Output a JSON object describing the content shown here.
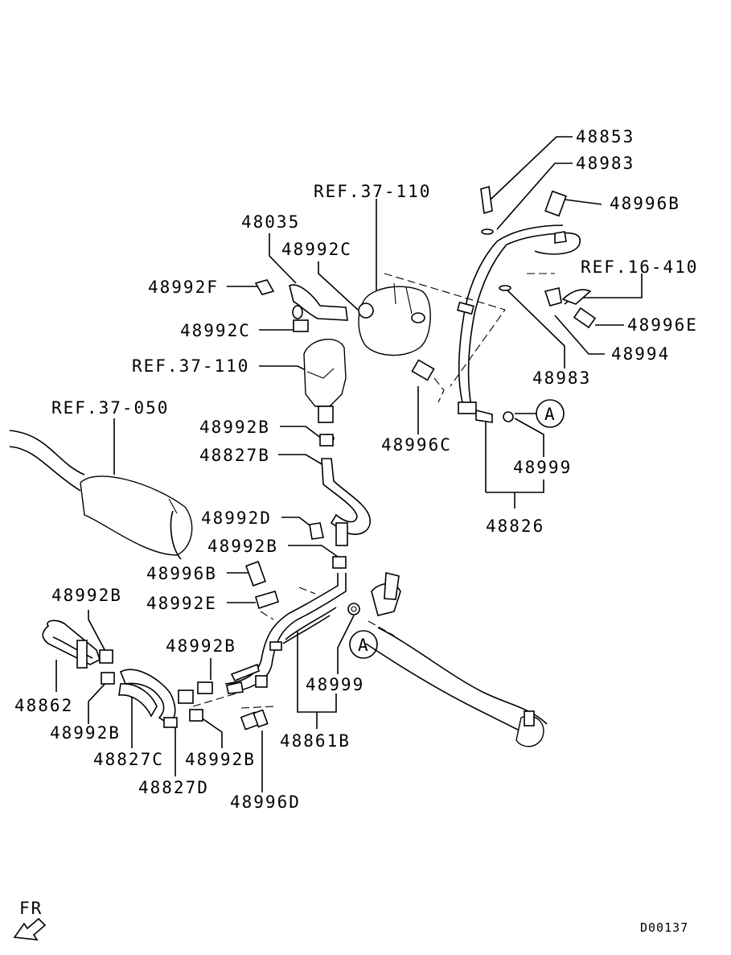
{
  "labels": {
    "p48853": "48853",
    "p48983_top": "48983",
    "p48996B_top": "48996B",
    "ref_37_110_top": "REF.37-110",
    "p48035": "48035",
    "p48992C_top": "48992C",
    "p48992F": "48992F",
    "p48992C_mid": "48992C",
    "ref_37_110_mid": "REF.37-110",
    "ref_16_410": "REF.16-410",
    "p48996E": "48996E",
    "p48994": "48994",
    "p48983_mid": "48983",
    "ref_37_050": "REF.37-050",
    "p48992B_a": "48992B",
    "p48827B": "48827B",
    "p48996C": "48996C",
    "callout_A_top": "A",
    "p48999_top": "48999",
    "p48826": "48826",
    "p48992D": "48992D",
    "p48992B_b": "48992B",
    "p48996B_mid": "48996B",
    "p48992E": "48992E",
    "p48992B_left": "48992B",
    "p48992B_c": "48992B",
    "callout_A_bottom": "A",
    "p48999_bottom": "48999",
    "p48862": "48862",
    "p48992B_d": "48992B",
    "p48827C": "48827C",
    "p48992B_e": "48992B",
    "p48861B": "48861B",
    "p48827D": "48827D",
    "p48996D": "48996D",
    "fr_indicator": "FR",
    "drawing_code": "D00137"
  }
}
